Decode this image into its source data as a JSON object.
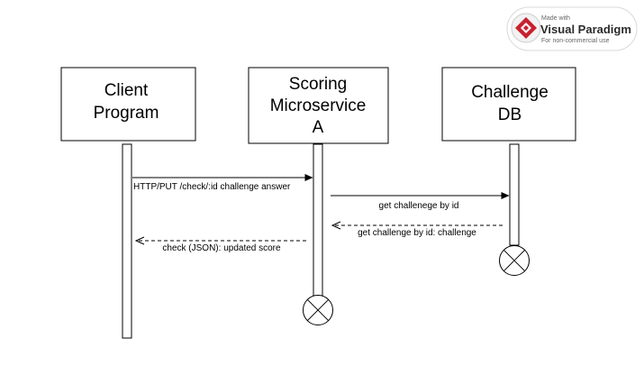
{
  "watermark": {
    "line1": "Made with",
    "line2": "Visual Paradigm",
    "line3": "For non-commercial use",
    "icon": "visual-paradigm-logo-icon",
    "colors": {
      "logo_red": "#c8202f",
      "logo_dark": "#2b2b2b"
    }
  },
  "participants": [
    {
      "id": "client",
      "lines": [
        "Client",
        "Program"
      ]
    },
    {
      "id": "scoring",
      "lines": [
        "Scoring",
        "Microservice",
        "A"
      ]
    },
    {
      "id": "challenge",
      "lines": [
        "Challenge",
        "DB"
      ]
    }
  ],
  "messages": [
    {
      "from": "client",
      "to": "scoring",
      "style": "solid",
      "label": "HTTP/PUT /check/:id challenge answer"
    },
    {
      "from": "scoring",
      "to": "challenge",
      "style": "solid",
      "label": "get challenege by id"
    },
    {
      "from": "challenge",
      "to": "scoring",
      "style": "dashed",
      "label": "get challenge by id: challenge"
    },
    {
      "from": "scoring",
      "to": "client",
      "style": "dashed",
      "label": "check (JSON): updated score"
    }
  ],
  "destroy_markers": [
    "scoring",
    "challenge"
  ],
  "destroy_icon": "destroy-x-icon"
}
